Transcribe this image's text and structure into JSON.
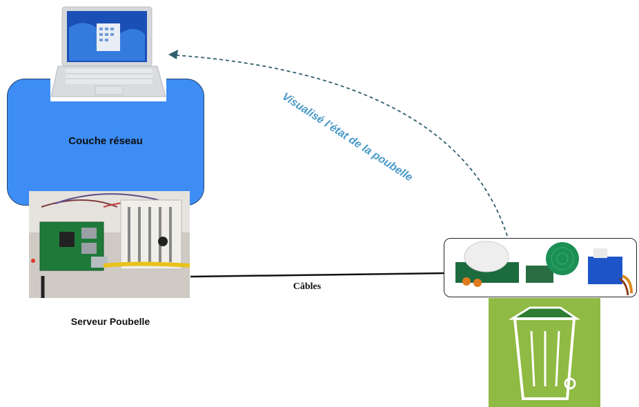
{
  "nodes": {
    "network_label": "Couche réseau",
    "server_label": "Serveur Poubelle"
  },
  "edges": {
    "cable_label": "Câbles",
    "visualize_label": "Visualisé l’état de la poubelle"
  },
  "colors": {
    "network_box": "#3d8df5",
    "dashed_arrow": "#2f5d6b",
    "arrow_text": "#4a9ac8",
    "bin_background": "#8fba43",
    "bin_lid": "#2e7d32"
  },
  "icons": [
    "laptop-icon",
    "raspberry-pi-board-icon",
    "pir-sensor-icon",
    "sound-sensor-icon",
    "servo-motor-icon",
    "trash-bin-icon"
  ]
}
